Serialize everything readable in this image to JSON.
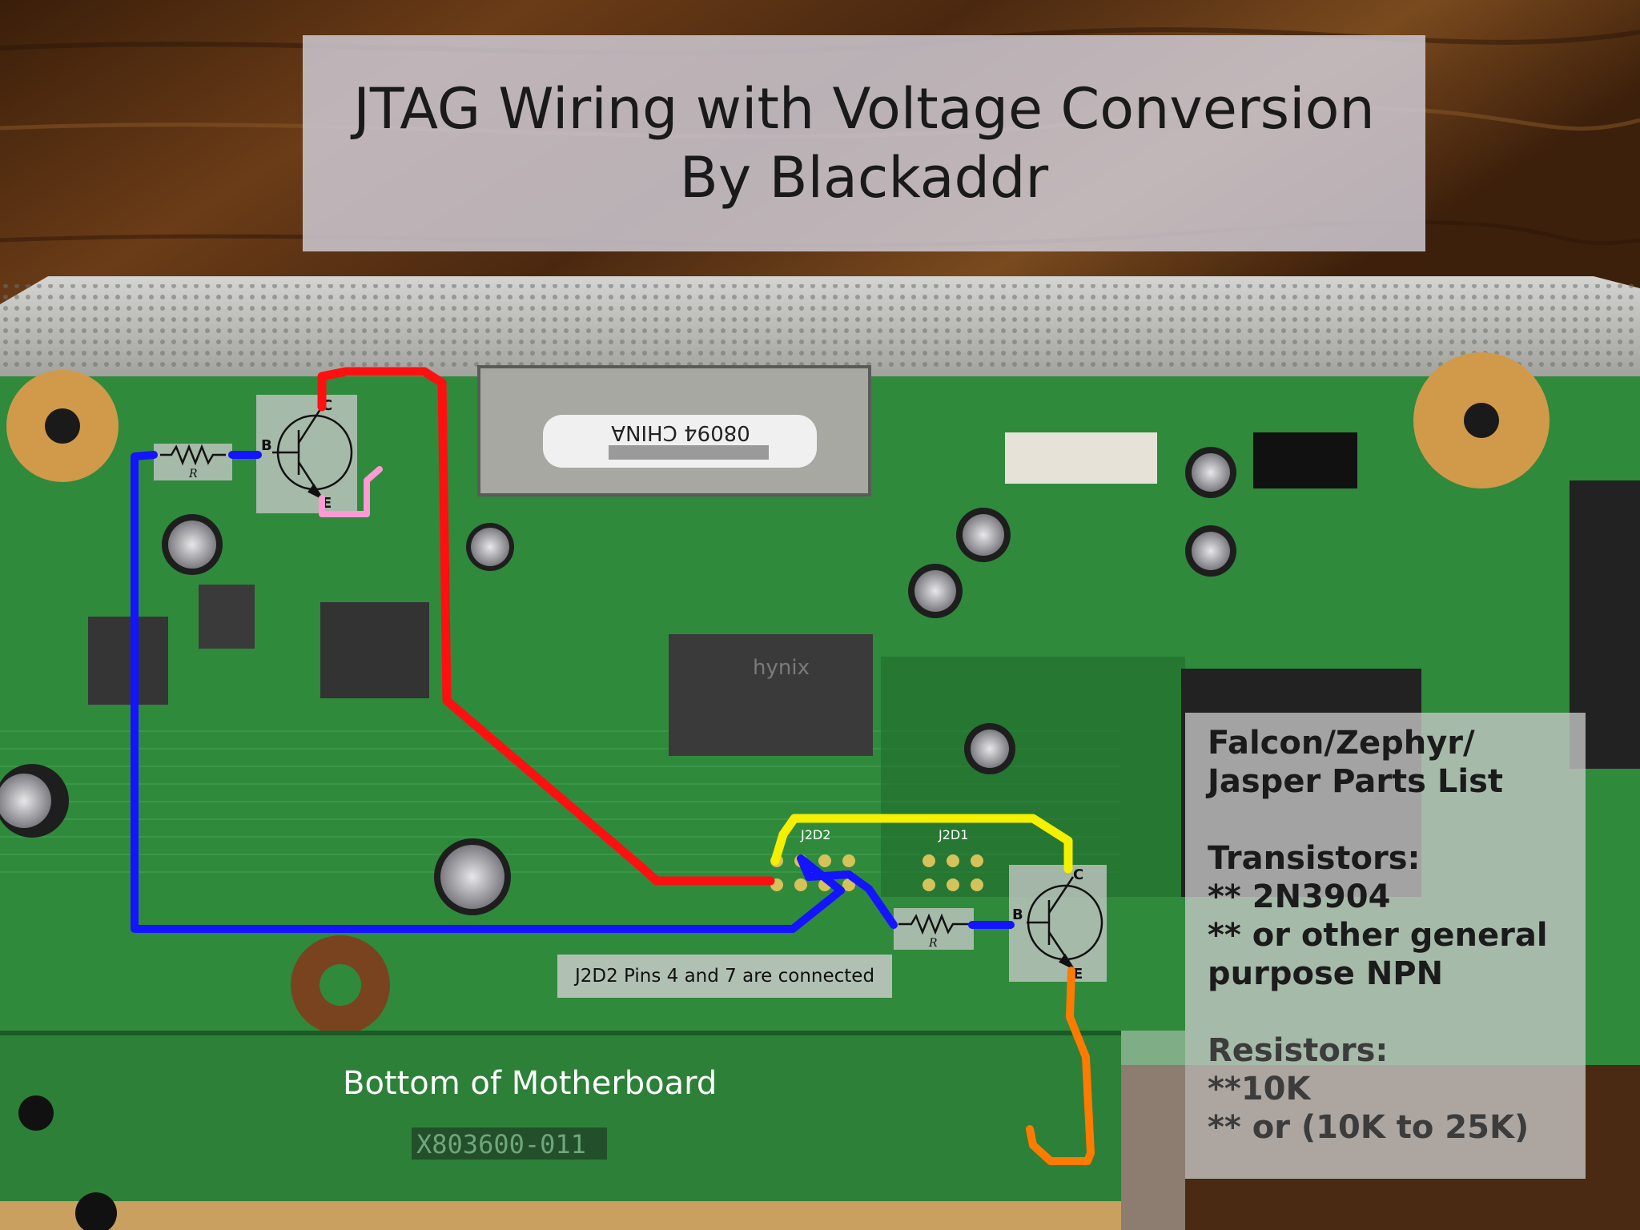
{
  "title": {
    "line1": "JTAG Wiring with Voltage Conversion",
    "line2": "By Blackaddr"
  },
  "parts": {
    "heading_line1": "Falcon/Zephyr/",
    "heading_line2": "Jasper Parts List",
    "transistors_heading": "Transistors:",
    "transistor_1": "** 2N3904",
    "transistor_2": "** or other general",
    "transistor_3": "purpose NPN",
    "resistors_heading": "Resistors:",
    "resistor_1": "**10K",
    "resistor_2": "** or (10K to 25K)"
  },
  "note": "J2D2 Pins 4 and 7 are connected",
  "bottom_label": "Bottom of Motherboard",
  "board_marking": "X803600-011",
  "chip_label": "08094 CHINA",
  "component_labels": {
    "resistor_symbol": "R",
    "collector": "C",
    "base": "B",
    "emitter": "E",
    "header": "J2D2",
    "header_right": "J2D1"
  },
  "colors": {
    "wire_red": "#ff1010",
    "wire_blue": "#1414ff",
    "wire_yellow": "#f4f000",
    "wire_orange": "#ff7a00",
    "wire_pink": "#ff9ad6",
    "pcb_green": "#2f8a3c",
    "metal": "#b9b9b6",
    "wood": "#5a3314"
  }
}
